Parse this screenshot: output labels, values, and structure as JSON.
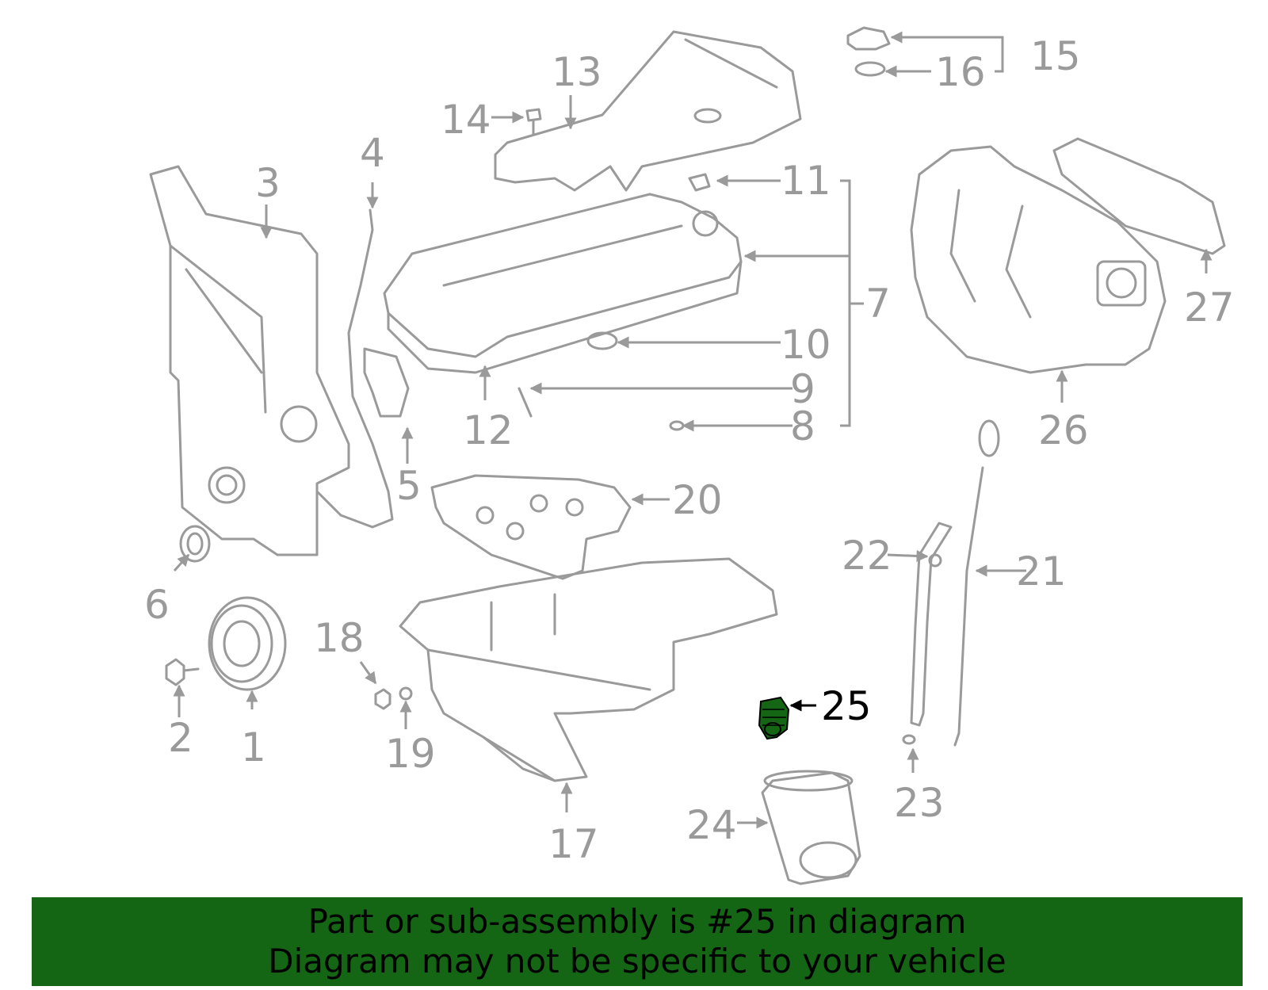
{
  "diagram": {
    "highlighted_part": "25",
    "highlight_color": "#146614",
    "line_color": "#9a9a9a",
    "callouts": [
      "1",
      "2",
      "3",
      "4",
      "5",
      "6",
      "7",
      "8",
      "9",
      "10",
      "11",
      "12",
      "13",
      "14",
      "15",
      "16",
      "17",
      "18",
      "19",
      "20",
      "21",
      "22",
      "23",
      "24",
      "25",
      "26",
      "27"
    ]
  },
  "banner": {
    "line1": "Part or sub-assembly is #25 in diagram",
    "line2": "Diagram may not be specific to your vehicle",
    "background": "#146614"
  }
}
